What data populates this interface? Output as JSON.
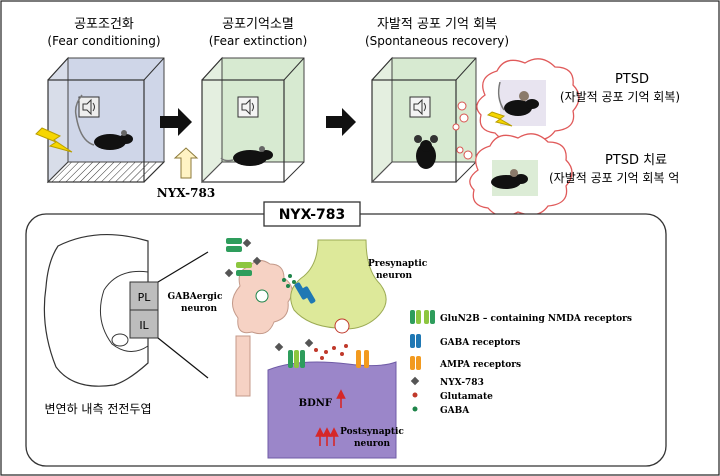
{
  "stages": [
    {
      "title_ko": "공포조건화",
      "title_en": "(Fear conditioning)"
    },
    {
      "title_ko": "공포기억소멸",
      "title_en": "(Fear extinction)"
    },
    {
      "title_ko": "자발적 공포 기억 회복",
      "title_en": "(Spontaneous recovery)"
    }
  ],
  "drug_label": "NYX-783",
  "outcomes": [
    {
      "title": "PTSD",
      "subtitle": "(자발적 공포 기억 회복)"
    },
    {
      "title": "PTSD 치료",
      "subtitle": "(자발적 공포 기억 회복 억"
    }
  ],
  "panel": {
    "title": "NYX-783",
    "brain": {
      "pl": "PL",
      "il": "IL",
      "caption": "변연하 내측 전전두엽"
    },
    "gaba_neuron": "GABAergic\nneuron",
    "presynaptic": "Presynaptic\nneuron",
    "postsynaptic": "Postsynaptic\nneuron",
    "bdnf": "BDNF",
    "legend": [
      {
        "label": "GluN2B – containing NMDA receptors",
        "icon": "nmda-receptor",
        "color": "#2e9d5c"
      },
      {
        "label": "GABA receptors",
        "icon": "gaba-receptor",
        "color": "#1f78b4"
      },
      {
        "label": "AMPA receptors",
        "icon": "ampa-receptor",
        "color": "#f29a1f"
      },
      {
        "label": "NYX-783",
        "icon": "drug-diamond",
        "color": "#555555"
      },
      {
        "label": "Glutamate",
        "icon": "glutamate-dot",
        "color": "#c0392b"
      },
      {
        "label": "GABA",
        "icon": "gaba-dot",
        "color": "#1e8449"
      }
    ]
  }
}
